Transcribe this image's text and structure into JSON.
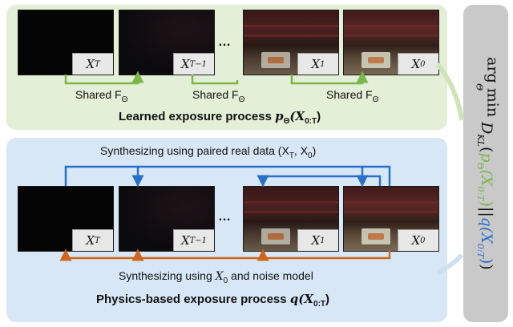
{
  "top": {
    "frames": [
      {
        "label": "X",
        "sub": "T"
      },
      {
        "label": "X",
        "sub": "T−1"
      },
      {
        "label": "X",
        "sub": "1"
      },
      {
        "label": "X",
        "sub": "0"
      }
    ],
    "dots": "…",
    "shared_label": "Shared F",
    "shared_sub": "Θ",
    "title_text": "Learned exposure process ",
    "title_math": "p",
    "title_math_sub": "Θ",
    "title_math_arg": "(X",
    "title_math_arg_sub": "0:T",
    "title_math_close": ")"
  },
  "bottom": {
    "synth_top_text": "Synthesizing using paired real data (X",
    "synth_top_sub1": "T",
    "synth_top_mid": ", X",
    "synth_top_sub2": "0",
    "synth_top_close": ")",
    "frames": [
      {
        "label": "X",
        "sub": "T"
      },
      {
        "label": "X",
        "sub": "T−1"
      },
      {
        "label": "X",
        "sub": "1"
      },
      {
        "label": "X",
        "sub": "0"
      }
    ],
    "dots": "…",
    "synth_bottom_text": "Synthesizing using ",
    "synth_bottom_math": "X",
    "synth_bottom_sub": "0",
    "synth_bottom_rest": " and noise model",
    "title_text": "Physics-based exposure process ",
    "title_math": "q",
    "title_math_arg": "(X",
    "title_math_arg_sub": "0:T",
    "title_math_close": ")"
  },
  "objective": {
    "argmin": "arg min",
    "argmin_sub": "Θ",
    "kl": "D",
    "kl_sub": "KL",
    "open": "(",
    "p": "p",
    "p_sub": "Θ",
    "p_arg": "(X",
    "p_arg_sub": "0:T",
    "p_close": ")",
    "sep": "||",
    "q": "q",
    "q_arg": "(X",
    "q_arg_sub": "0:T",
    "q_close": ")",
    "close": ")"
  },
  "colors": {
    "green": "#7ab648",
    "blue": "#2a6fc9",
    "orange": "#d0651e",
    "top_panel": "#e3efd6",
    "bottom_panel": "#d8e7f6",
    "objective_panel": "#c9c9c9"
  }
}
